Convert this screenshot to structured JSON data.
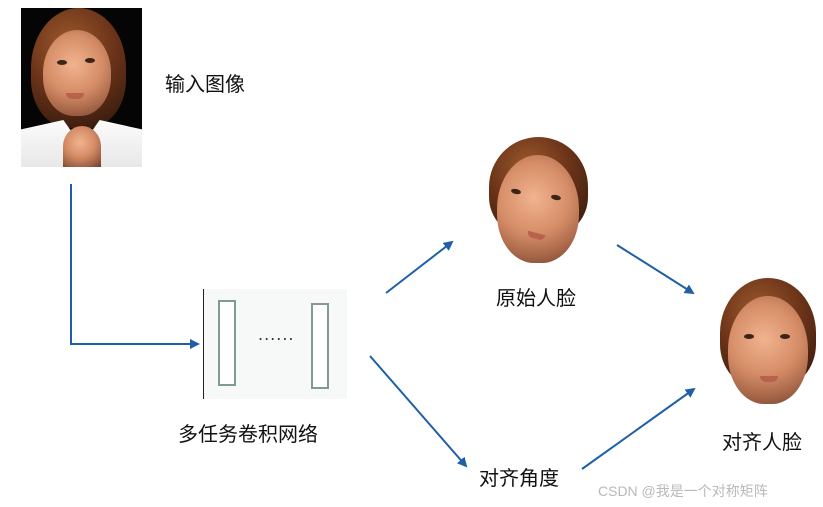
{
  "labels": {
    "input_image": "输入图像",
    "network": "多任务卷积网络",
    "original_face": "原始人脸",
    "align_angle": "对齐角度",
    "aligned_face": "对齐人脸"
  },
  "network_dots": "......",
  "watermark": "CSDN @我是一个对称矩阵",
  "colors": {
    "arrow": "#1f5fa8",
    "layer_border": "#7f9a97"
  }
}
